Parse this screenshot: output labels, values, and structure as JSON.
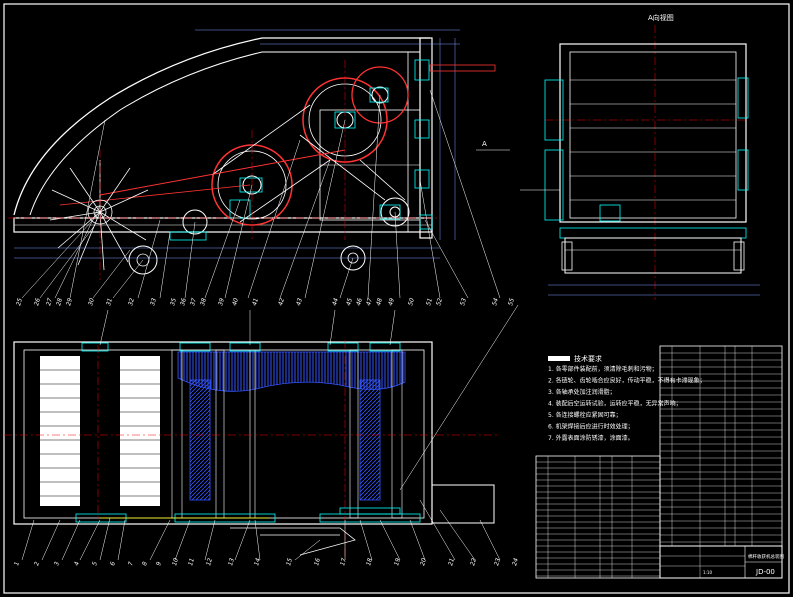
{
  "drawing": {
    "section_label": "A向视图",
    "section_arrow": "A",
    "notes_heading": "技术要求",
    "notes": [
      "1. 各零部件装配前，须清除毛刺和污物；",
      "2. 各链轮、齿轮啮合应良好，传动平稳，不得有卡滞现象；",
      "3. 各轴承处加注润滑脂；",
      "4. 装配后空运转试验，运转应平稳，无异常声响；",
      "5. 各连接螺栓应紧固可靠；",
      "6. 机架焊接后应进行时效处理；",
      "7. 外露表面涂防锈漆，涂面漆。"
    ],
    "title_block_right": "棉秆收获机总装图",
    "title_block_code": "JD-00",
    "title_block_stamp": "1:10"
  },
  "callouts_top": [
    "25",
    "26",
    "27",
    "28",
    "29",
    "30",
    "31",
    "32",
    "33",
    "35",
    "36",
    "37",
    "38",
    "39",
    "40",
    "41",
    "42",
    "43",
    "44",
    "45",
    "46",
    "47",
    "48",
    "49",
    "50",
    "51",
    "52",
    "53",
    "54",
    "55"
  ],
  "callouts_bottom": [
    "1",
    "2",
    "3",
    "4",
    "5",
    "6",
    "7",
    "8",
    "9",
    "10",
    "11",
    "12",
    "13",
    "14",
    "15",
    "16",
    "17",
    "18",
    "19",
    "20",
    "21",
    "22",
    "23",
    "24"
  ],
  "colors": {
    "background": "#000000",
    "frame": "#ffffff",
    "chain": "#ff3333",
    "parts": "#00ffff",
    "hatching": "#3355ff",
    "center": "#ff0000",
    "dimension": "#7799ff",
    "yellow": "#ffff00"
  }
}
